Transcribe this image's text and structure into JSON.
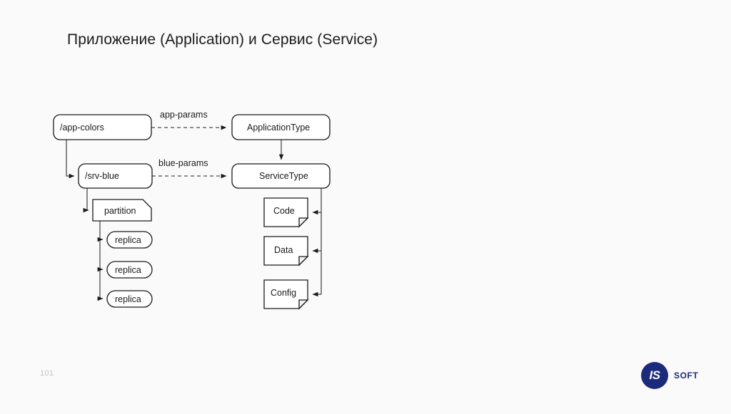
{
  "slide": {
    "title": "Приложение (Application) и Сервис (Service)",
    "page_number": "101",
    "background_color": "#fafafa",
    "text_color": "#1a1a1a"
  },
  "logo": {
    "mark": "IS",
    "word": "SOFT",
    "brand_color": "#1b2a7a"
  },
  "diagram": {
    "nodes": {
      "app_colors": {
        "label": "/app-colors",
        "shape": "rounded-rect",
        "align": "left"
      },
      "srv_blue": {
        "label": "/srv-blue",
        "shape": "rounded-rect",
        "align": "left"
      },
      "application_type": {
        "label": "ApplicationType",
        "shape": "rounded-rect",
        "align": "center"
      },
      "service_type": {
        "label": "ServiceType",
        "shape": "rounded-rect",
        "align": "center"
      },
      "partition": {
        "label": "partition",
        "shape": "cut-corner-rect",
        "align": "center"
      },
      "replica_1": {
        "label": "replica",
        "shape": "pill",
        "align": "center"
      },
      "replica_2": {
        "label": "replica",
        "shape": "pill",
        "align": "center"
      },
      "replica_3": {
        "label": "replica",
        "shape": "pill",
        "align": "center"
      },
      "code": {
        "label": "Code",
        "shape": "document",
        "align": "center"
      },
      "data": {
        "label": "Data",
        "shape": "document",
        "align": "center"
      },
      "config": {
        "label": "Config",
        "shape": "document",
        "align": "center"
      }
    },
    "edges": {
      "app_params": {
        "label": "app-params",
        "style": "dashed",
        "from": "app_colors",
        "to": "application_type"
      },
      "blue_params": {
        "label": "blue-params",
        "style": "dashed",
        "from": "srv_blue",
        "to": "service_type"
      }
    },
    "stroke_color": "#1a1a1a",
    "connector_color": "#4a4a4a",
    "fill_color": "#ffffff"
  }
}
